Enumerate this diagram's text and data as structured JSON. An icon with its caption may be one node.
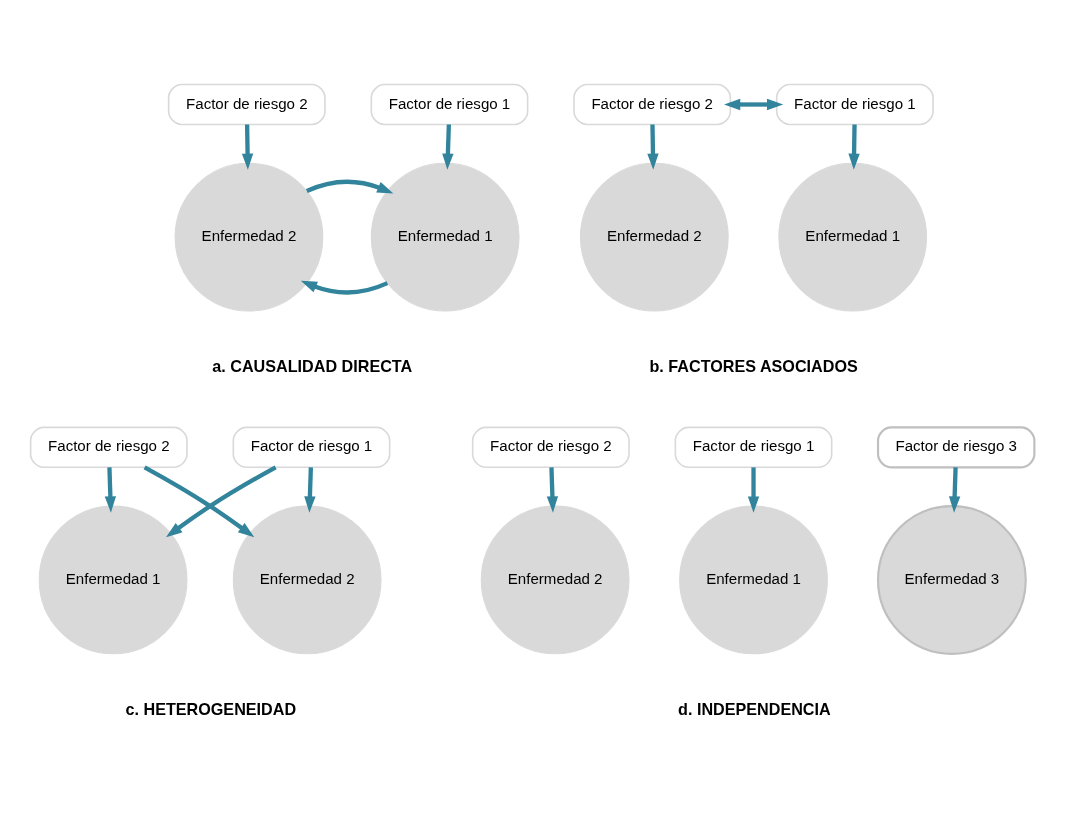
{
  "diagram": {
    "nodes": [
      {
        "text": [
          "Factor de riesgo 1"
        ]
      },
      {
        "text": [
          "Factor de riesgo 2"
        ]
      },
      {
        "text": [
          "Enfermedad 1"
        ]
      },
      {
        "text": [
          "Enfermedad 2"
        ]
      },
      {
        "text": [
          "Factor de riesgo 1"
        ]
      },
      {
        "text": [
          "Factor de riesgo 2"
        ]
      },
      {
        "text": [
          "Enfermedad 1"
        ]
      },
      {
        "text": [
          "Enfermedad 2"
        ]
      },
      {
        "text": [
          "Factor de riesgo 1"
        ]
      },
      {
        "text": [
          "Factor de riesgo 2"
        ]
      },
      {
        "text": [
          "Enfermedad 1"
        ]
      },
      {
        "text": [
          "Enfermedad 2"
        ]
      },
      {
        "text": [
          "Factor de riesgo 1"
        ]
      },
      {
        "text": [
          "Factor de riesgo 2"
        ]
      },
      {
        "text": [
          "Factor de riesgo 3"
        ]
      },
      {
        "text": [
          "Enfermedad 1"
        ]
      },
      {
        "text": [
          "Enfermedad 2"
        ]
      },
      {
        "text": [
          "Enfermedad 3"
        ]
      }
    ],
    "edges": [
      {
        "from": 0,
        "to": 2,
        "arrow": "to"
      },
      {
        "from": 1,
        "to": 3,
        "arrow": "to"
      },
      {
        "from": 2,
        "to": 3,
        "arrow": "to"
      },
      {
        "from": 3,
        "to": 2,
        "arrow": "to"
      },
      {
        "from": 4,
        "to": 5,
        "arrow": "both"
      },
      {
        "from": 4,
        "to": 6,
        "arrow": "to"
      },
      {
        "from": 5,
        "to": 7,
        "arrow": "to"
      },
      {
        "from": 8,
        "to": 10,
        "arrow": "to"
      },
      {
        "from": 9,
        "to": 11,
        "arrow": "to"
      },
      {
        "from": 8,
        "to": 11,
        "arrow": "to"
      },
      {
        "from": 9,
        "to": 10,
        "arrow": "to"
      },
      {
        "from": 12,
        "to": 15,
        "arrow": "to"
      },
      {
        "from": 13,
        "to": 16,
        "arrow": "to"
      },
      {
        "from": 14,
        "to": 17,
        "arrow": "to"
      }
    ],
    "labels": [
      "a. CAUSALIDAD DIRECTA",
      "b. FACTORES ASOCIADOS",
      "c. HETEROGENEIDAD",
      "d. INDEPENDENCIA"
    ]
  }
}
